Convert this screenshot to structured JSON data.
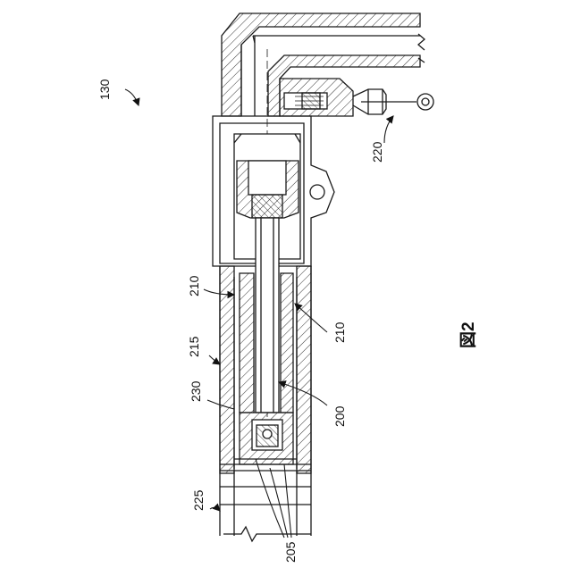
{
  "figure": {
    "label": "図2",
    "reference_numerals": {
      "assembly": "130",
      "sleeve_left": "210",
      "sleeve_right": "210",
      "outer_housing": "215",
      "connector_assembly": "220",
      "base_section": "225",
      "inner_gap": "230",
      "shaft": "200",
      "end_caps": "205"
    }
  },
  "colors": {
    "line": "#1a1a1a",
    "hatch": "#333333",
    "background": "#ffffff"
  }
}
